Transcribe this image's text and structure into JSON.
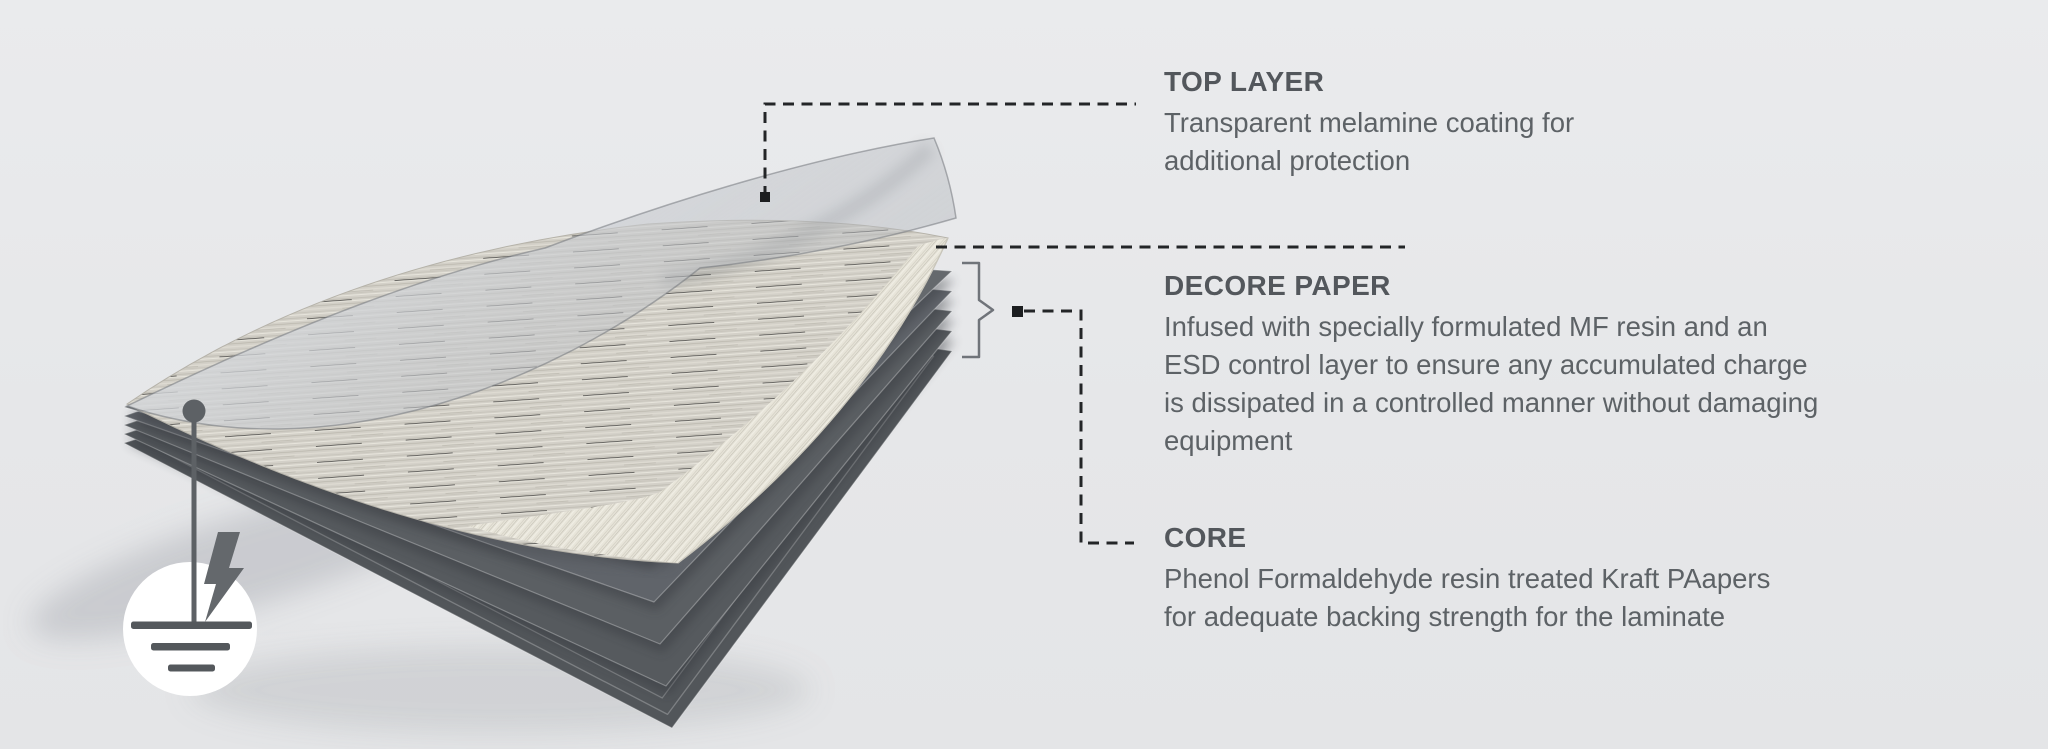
{
  "callouts": {
    "top_layer": {
      "title": "TOP LAYER",
      "description": "Transparent melamine coating for additional protection"
    },
    "decore_paper": {
      "title": "DECORE PAPER",
      "description": "Infused with specially formulated MF resin and an ESD control layer to ensure any accumulated charge is dissipated in a controlled manner without damaging equipment"
    },
    "core": {
      "title": "CORE",
      "description": "Phenol Formaldehyde resin treated Kraft PAapers for adequate backing strength for the laminate"
    }
  },
  "diagram": {
    "core_sheet_count": 5,
    "icons": [
      "earth-ground-icon",
      "lightning-bolt-icon"
    ],
    "colors": {
      "background": "#e7e8ea",
      "core_sheet": "#5b5f63",
      "paper_face": "#d3d0c8",
      "paper_edge_band": "#e8e5da",
      "transparent_film": "#c7c9cc",
      "callout_line": "#232527",
      "brace": "#70747a",
      "ground_symbol": "#54585c",
      "text_heading": "#53575c",
      "text_body": "#5d6266"
    }
  }
}
